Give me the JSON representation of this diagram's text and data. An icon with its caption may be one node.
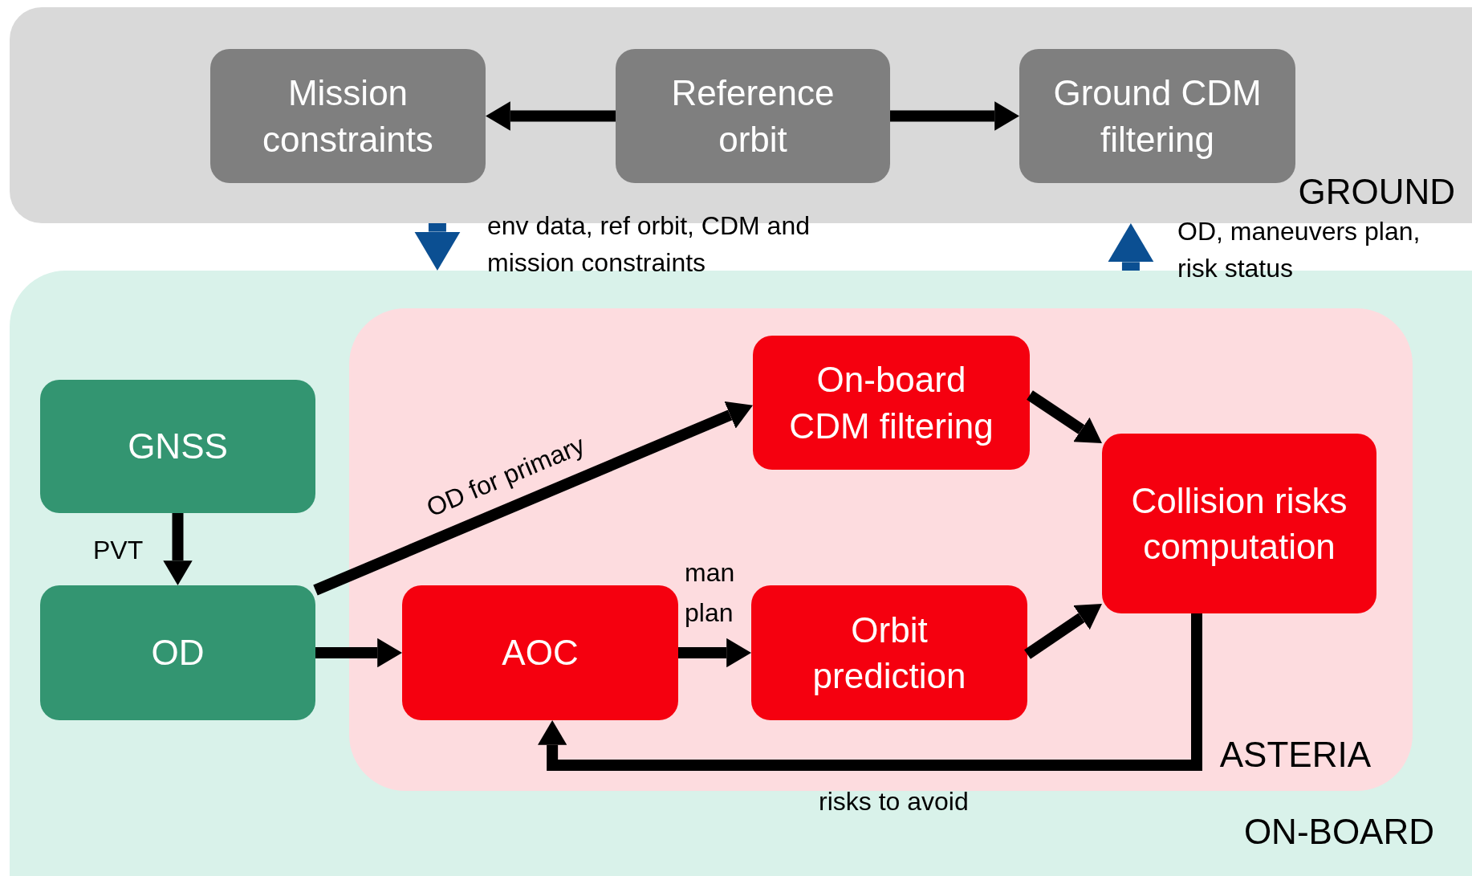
{
  "diagram": {
    "nodes": [
      {
        "text": [
          "GROUND"
        ]
      },
      {
        "text": [
          "Mission constraints"
        ],
        "in": 0
      },
      {
        "text": [
          "Reference orbit"
        ],
        "in": 0
      },
      {
        "text": [
          "Ground CDM filtering"
        ],
        "in": 0
      },
      {
        "text": [
          "ON-BOARD"
        ]
      },
      {
        "text": [
          "ASTERIA"
        ],
        "in": 4
      },
      {
        "text": [
          "GNSS"
        ],
        "in": 4
      },
      {
        "text": [
          "OD"
        ],
        "in": 4
      },
      {
        "text": [
          "On-board CDM filtering"
        ],
        "in": 5
      },
      {
        "text": [
          "Collision risks computation"
        ],
        "in": 5
      },
      {
        "text": [
          "AOC"
        ],
        "in": 5
      },
      {
        "text": [
          "Orbit prediction"
        ],
        "in": 5
      }
    ],
    "edges": [
      {
        "from": 2,
        "to": 1,
        "arrow": "to"
      },
      {
        "from": 2,
        "to": 3,
        "arrow": "to"
      },
      {
        "from": 0,
        "to": 4,
        "arrow": "to",
        "label": "env data, ref orbit, CDM and mission constraints",
        "color": "#0b4f92"
      },
      {
        "from": 4,
        "to": 0,
        "arrow": "to",
        "label": "OD, maneuvers plan, risk status",
        "color": "#0b4f92"
      },
      {
        "from": 6,
        "to": 7,
        "arrow": "to",
        "label": "PVT"
      },
      {
        "from": 7,
        "to": 8,
        "arrow": "to",
        "label": "OD for primary"
      },
      {
        "from": 7,
        "to": 10,
        "arrow": "to"
      },
      {
        "from": 10,
        "to": 11,
        "arrow": "to",
        "label": "man plan"
      },
      {
        "from": 8,
        "to": 9,
        "arrow": "to"
      },
      {
        "from": 11,
        "to": 9,
        "arrow": "to"
      },
      {
        "from": 9,
        "to": 10,
        "arrow": "to",
        "label": "risks to avoid"
      }
    ]
  }
}
